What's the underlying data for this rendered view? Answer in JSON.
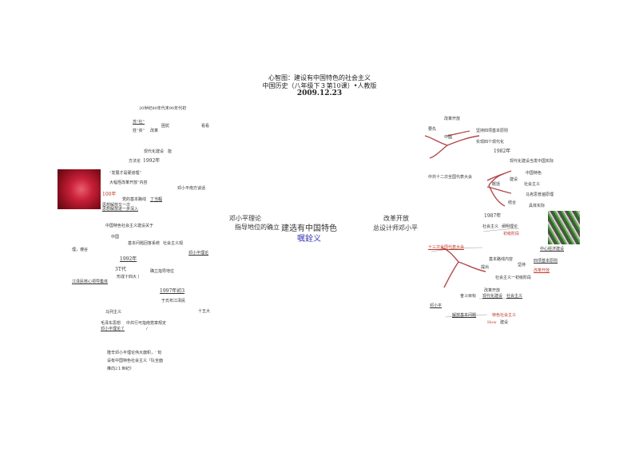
{
  "header": {
    "line1": "心智图：建设有中国特色的社会主义",
    "line2": "中国历史（八年级下３第10课）•人教版",
    "date": "2009.12.23"
  },
  "center": {
    "theory": "邓小平理论",
    "guide": "指导地位的确立",
    "main": "建选有中国特色",
    "main2": "嘱銓义",
    "reform": "改革开放",
    "architect": "总设计师邓小平"
  },
  "left": [
    "20世纪80年代末90年代初",
    "苏“社”",
    "姓“资”",
    "改革",
    "困扰",
    "看看",
    "现代化建设",
    "能",
    "方法论",
    "1992年",
    "“发展才是硬道理”",
    "大幅怪改革开放”内容",
    "邓小平南方谈话",
    "100年",
    "党的基本路线",
    "丁当輻",
    "思想解放又一次",
    "思想解放进一步深入",
    "中国特色社会主义建设关于",
    "中国",
    "基本问题回答系统",
    "社会主义观",
    "理，遵谷",
    "邓小平理论",
    "1992年",
    "3T代",
    "确立指导地位",
    "形成十四大丨",
    "江泽民核心领导集体",
    "1997年初3",
    "于氏布江泽民",
    "马列主义",
    "十五大",
    "毛泽东思想",
    "中共行可指南党章规定",
    "邓小平理论７",
    "/",
    "隆辛邓小平理论伟大旗帜，‘ 旬",
    "设有中国特色社会主义『队全面",
    "推向2１世纪》"
  ],
  "right": [
    "改革开放",
    "要先",
    "中國",
    "坚持四项基本原则",
    "实现四个现代化",
    "1982年",
    "现代化建设当发中国实际",
    "中共十二次全国代表大会",
    "概括",
    "建设",
    "中国特色",
    "社会主义",
    "马克思普遍原理",
    "结合",
    "具体实际",
    "1987年",
    "社会主义",
    "阐明理论",
    "初级阶段",
    "十三次全国代表大会",
    "中心经济建设",
    "基本路线内容",
    "坚持",
    "四项基本原则",
    "提出",
    "改革开放",
    "社会主义一初级阶段",
    "改革开放",
    "奋斗目标",
    "现代化建设",
    "社会主义",
    "邓小平",
    "解放基本问题",
    "特色社会主义",
    "How",
    "建设"
  ]
}
